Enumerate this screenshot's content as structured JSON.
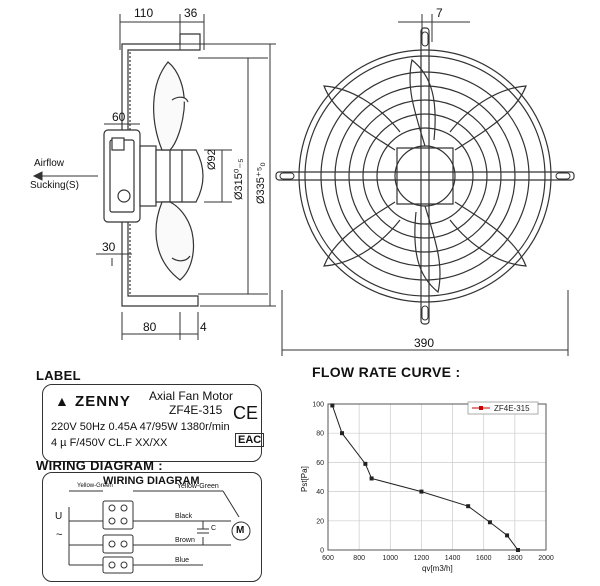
{
  "drawing": {
    "dims_top": [
      "110",
      "36",
      "7"
    ],
    "dims_bottom": [
      "80",
      "4",
      "390"
    ],
    "dims_left": [
      "60",
      "30"
    ],
    "dims_vertical": [
      "Ø92",
      "Ø315⁰₋₅",
      "Ø335⁺⁵₀"
    ],
    "airflow_label": "Airflow",
    "sucking_label": "Sucking(S)"
  },
  "label": {
    "section_title": "LABEL",
    "brand": "ZENNY",
    "product_name": "Axial Fan Motor",
    "model": "ZF4E-315",
    "spec_line_1": "220V 50Hz 0.45A 47/95W 1380r/min",
    "spec_line_2": "4 µ F/450V CL.F XX/XX",
    "ce_mark": "CE",
    "eac_mark": "EAC"
  },
  "wiring": {
    "section_title": "WIRING DIAGRAM :",
    "box_title": "WIRING DIAGRAM",
    "wire_1": "Yellow-Green",
    "wire_2": "Yellow-Green",
    "wire_3": "Black",
    "wire_4": "Brown",
    "wire_5": "Blue",
    "cap_label": "C",
    "motor_label": "M",
    "supply_u": "U",
    "supply_ac": "~"
  },
  "chart_data": {
    "type": "line",
    "title": "FLOW RATE CURVE :",
    "xlabel": "qv[m3/h]",
    "ylabel": "Pst[Pa]",
    "xlim": [
      600,
      2000
    ],
    "ylim": [
      0,
      100
    ],
    "xticks": [
      "600",
      "800",
      "1000",
      "1200",
      "1400",
      "1600",
      "1800",
      "2000"
    ],
    "yticks": [
      "0",
      "20",
      "40",
      "60",
      "80",
      "100"
    ],
    "series": [
      {
        "name": "ZF4E-315",
        "color": "#222222",
        "x": [
          628,
          690,
          840,
          880,
          1200,
          1500,
          1640,
          1750,
          1820
        ],
        "y": [
          99,
          80,
          59,
          49,
          40,
          30,
          19,
          10,
          0
        ]
      }
    ],
    "grid": true,
    "legend_position": "top-right"
  }
}
